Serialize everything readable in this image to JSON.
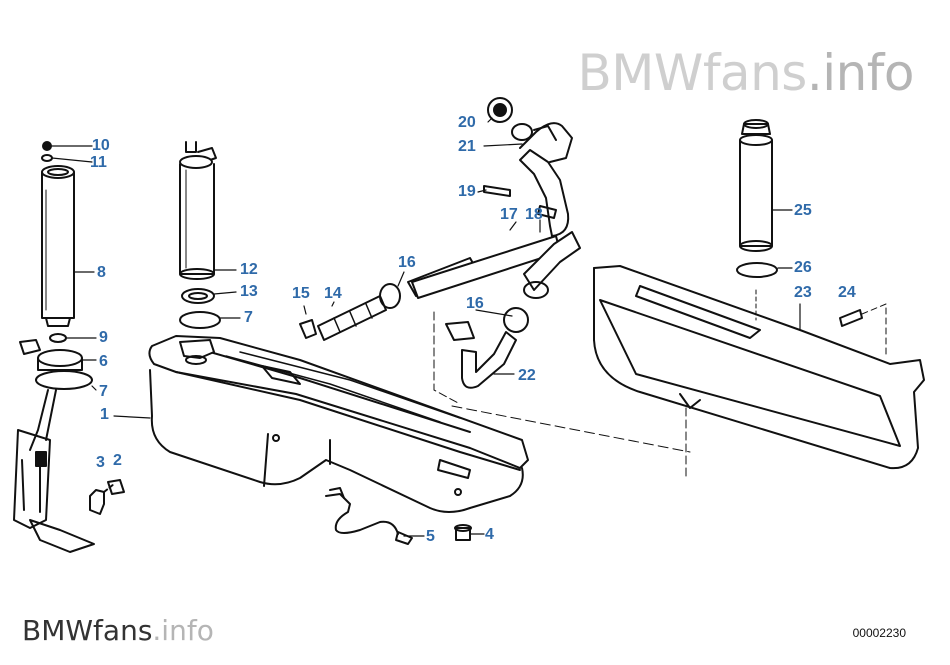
{
  "watermark": {
    "brand": "BMWfans",
    "suffix": ".info"
  },
  "diagram_code": "00002230",
  "colors": {
    "label": "#2f6aa9",
    "line": "#111111",
    "watermark": "#cfcfcf"
  },
  "callouts": [
    "10",
    "11",
    "8",
    "9",
    "6",
    "7",
    "1",
    "3",
    "2",
    "12",
    "13",
    "7",
    "15",
    "14",
    "16",
    "5",
    "4",
    "20",
    "21",
    "19",
    "17",
    "18",
    "16",
    "22",
    "25",
    "26",
    "23",
    "24"
  ]
}
